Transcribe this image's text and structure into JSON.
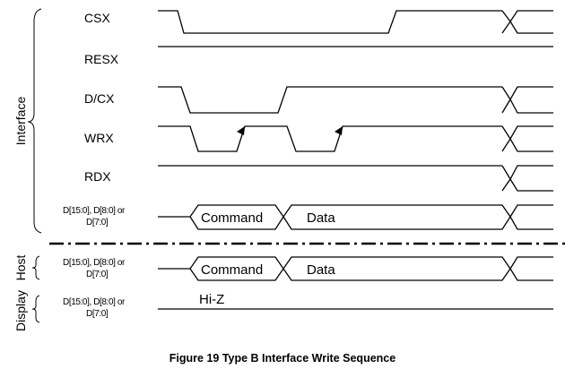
{
  "signals": {
    "csx": "CSX",
    "resx": "RESX",
    "dcx": "D/CX",
    "wrx": "WRX",
    "rdx": "RDX",
    "bus_line1": "D[15:0], D[8:0] or",
    "bus_line2": "D[7:0]"
  },
  "groups": {
    "interface": "Interface",
    "host": "Host",
    "display": "Display"
  },
  "bus": {
    "command": "Command",
    "data": "Data",
    "hiz": "Hi-Z"
  },
  "caption": "Figure 19 Type B Interface Write Sequence"
}
